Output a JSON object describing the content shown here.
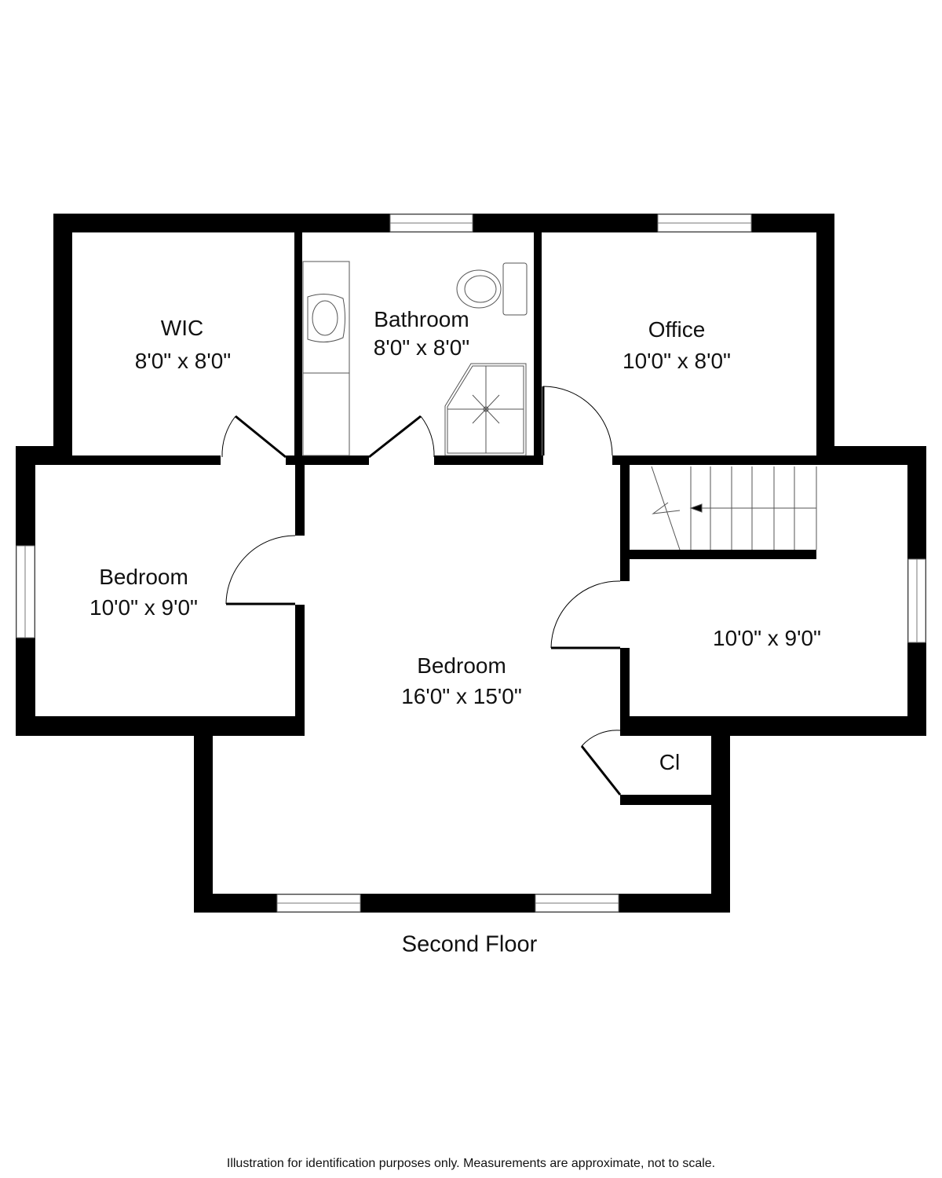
{
  "floor_name": "Second Floor",
  "disclaimer": "Illustration for identification purposes only. Measurements are approximate, not to scale.",
  "wall_color": "#000000",
  "rooms": {
    "wic": {
      "name": "WIC",
      "size": "8'0\" x 8'0\""
    },
    "bathroom": {
      "name": "Bathroom",
      "size": "8'0\" x 8'0\""
    },
    "office": {
      "name": "Office",
      "size": "10'0\" x 8'0\""
    },
    "bedroom_left": {
      "name": "Bedroom",
      "size": "10'0\" x 9'0\""
    },
    "bedroom_main": {
      "name": "Bedroom",
      "size": "16'0\" x 15'0\""
    },
    "room_right": {
      "size": "10'0\" x 9'0\""
    },
    "closet": {
      "name": "Cl"
    }
  }
}
